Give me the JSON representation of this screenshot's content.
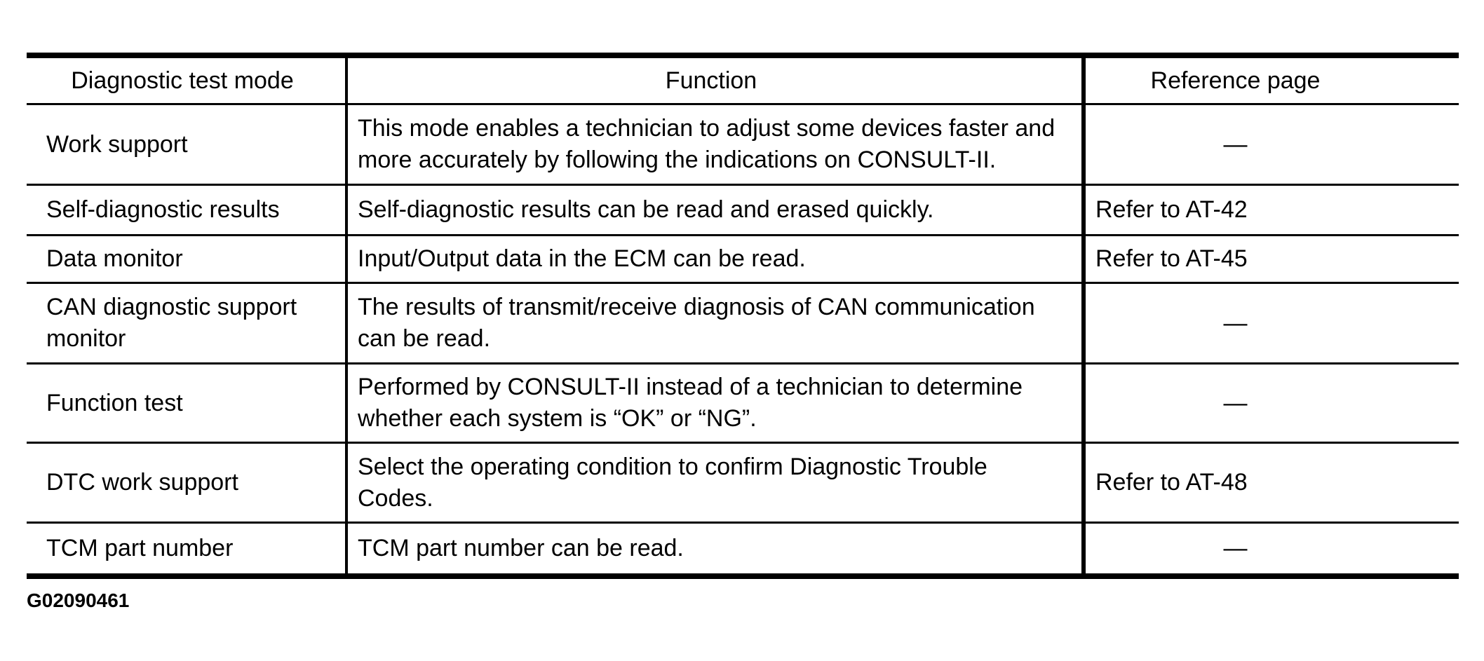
{
  "document": {
    "figure_code": "G02090461"
  },
  "table": {
    "headers": [
      "Diagnostic test mode",
      "Function",
      "Reference page"
    ],
    "rows": [
      {
        "mode": "Work support",
        "function": "This mode enables a technician to adjust some devices faster and\nmore accurately by following the indications on CONSULT-II.",
        "reference": "—"
      },
      {
        "mode": "Self-diagnostic results",
        "function": "Self-diagnostic results can be read and erased quickly.",
        "reference": "Refer to AT-42"
      },
      {
        "mode": "Data monitor",
        "function": "Input/Output data in the ECM can be read.",
        "reference": "Refer to AT-45"
      },
      {
        "mode": "CAN diagnostic support\nmonitor",
        "function": "The results of transmit/receive diagnosis of CAN communication\ncan be read.",
        "reference": "—"
      },
      {
        "mode": "Function test",
        "function": "Performed by CONSULT-II instead of a technician to determine\nwhether each system is “OK” or “NG”.",
        "reference": "—"
      },
      {
        "mode": "DTC work support",
        "function": "Select the operating condition to confirm Diagnostic Trouble\nCodes.",
        "reference": "Refer to AT-48"
      },
      {
        "mode": "TCM part number",
        "function": "TCM part number can be read.",
        "reference": "—"
      }
    ]
  }
}
